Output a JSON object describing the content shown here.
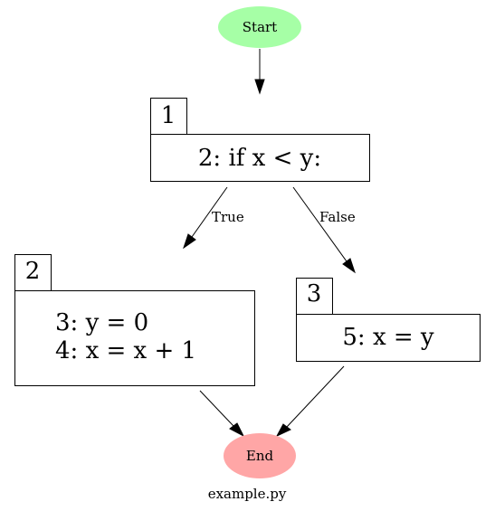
{
  "start": {
    "label": "Start",
    "color": "#a6ffa6"
  },
  "end": {
    "label": "End",
    "color": "#ffa6a6"
  },
  "blocks": [
    {
      "id": "1",
      "lines": [
        "2: if x < y:"
      ]
    },
    {
      "id": "2",
      "lines": [
        "3: y = 0",
        "4: x = x + 1"
      ]
    },
    {
      "id": "3",
      "lines": [
        "5: x = y"
      ]
    }
  ],
  "edges": [
    {
      "from": "start",
      "to": "1",
      "label": ""
    },
    {
      "from": "1",
      "to": "2",
      "label": "True"
    },
    {
      "from": "1",
      "to": "3",
      "label": "False"
    },
    {
      "from": "2",
      "to": "end",
      "label": ""
    },
    {
      "from": "3",
      "to": "end",
      "label": ""
    }
  ],
  "caption": "example.py"
}
